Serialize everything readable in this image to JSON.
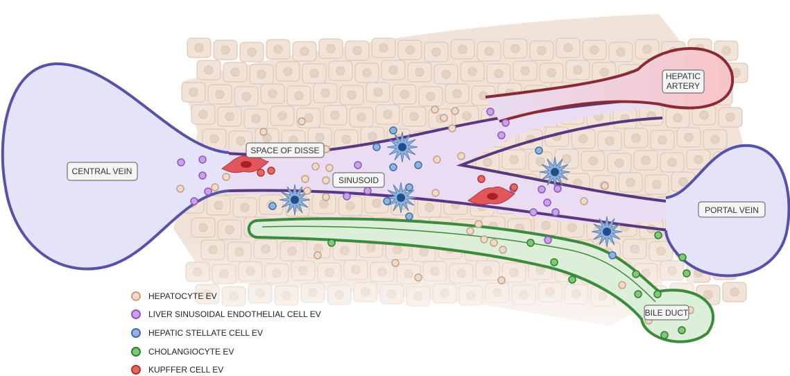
{
  "labels": {
    "central_vein": "CENTRAL VEIN",
    "space_of_disse": "SPACE OF DISSE",
    "sinusoid": "SINUSOID",
    "hepatic_artery_line1": "HEPATIC",
    "hepatic_artery_line2": "ARTERY",
    "portal_vein": "PORTAL VEIN",
    "bile_duct": "BILE DUCT"
  },
  "legend": [
    {
      "label": "HEPATOCYTE EV",
      "fill": "#efd9c7",
      "stroke": "#c4a085"
    },
    {
      "label": "LIVER SINUSOIDAL ENDOTHELIAL CELL EV",
      "fill": "#c9a3e6",
      "stroke": "#8f55c4"
    },
    {
      "label": "HEPATIC STELLATE CELL EV",
      "fill": "#8fb5dc",
      "stroke": "#3f6ea6"
    },
    {
      "label": "CHOLANGIOCYTE EV",
      "fill": "#7fc77a",
      "stroke": "#2f7d2d"
    },
    {
      "label": "KUPFFER CELL EV",
      "fill": "#e06a66",
      "stroke": "#b8302c"
    }
  ],
  "colors": {
    "vein_fill": "#e4e3fa",
    "vein_stroke": "#5552a8",
    "sinusoid_fill": "#e9dcf3",
    "sinusoid_stroke": "#5a3880",
    "artery_fill": "#f7c9cb",
    "artery_stroke": "#8a2b33",
    "bile_fill": "#dcefd8",
    "bile_stroke": "#3c8a3b",
    "hepatocyte_fill": "#f1e3d8",
    "hepatocyte_stroke": "#d9c2b0",
    "stellate_cell": "#8fb2dc",
    "kupffer_cell": "#e0585c"
  }
}
